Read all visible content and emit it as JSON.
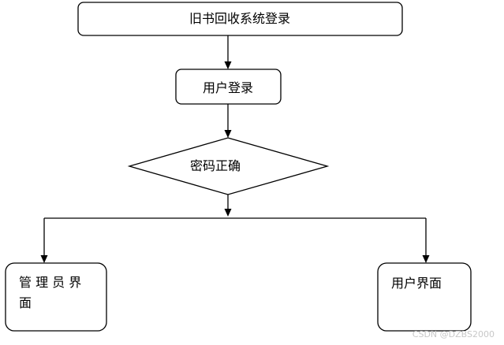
{
  "nodes": {
    "system_login": {
      "label": "旧书回收系统登录"
    },
    "user_login": {
      "label": "用户登录"
    },
    "password_check": {
      "label": "密码正确"
    },
    "admin_page": {
      "label_line1": "管 理 员 界",
      "label_line2": "面"
    },
    "user_page": {
      "label": "用户界面"
    }
  },
  "watermark": "CSDN @DZBS2000"
}
